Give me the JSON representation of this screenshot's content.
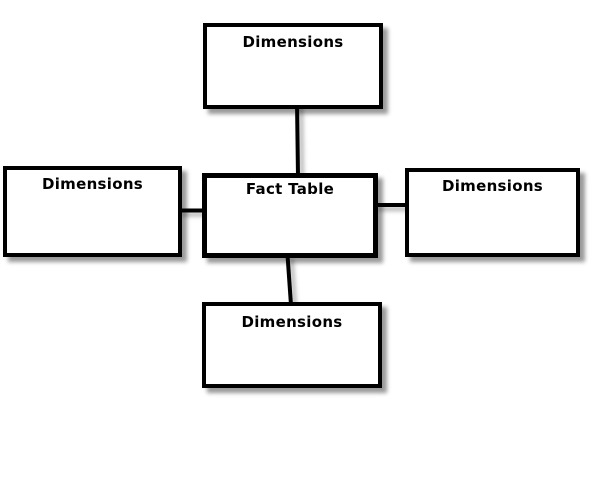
{
  "diagram": {
    "type": "star-schema",
    "colors": {
      "background": "#ffffff",
      "node_fill": "#ffffff",
      "node_border": "#000000",
      "text": "#000000",
      "connector": "#000000"
    },
    "nodes": {
      "top": {
        "label": "Dimensions"
      },
      "left": {
        "label": "Dimensions"
      },
      "center": {
        "label": "Fact Table"
      },
      "right": {
        "label": "Dimensions"
      },
      "bottom": {
        "label": "Dimensions"
      }
    },
    "connections": [
      {
        "from": "top",
        "to": "center"
      },
      {
        "from": "left",
        "to": "center"
      },
      {
        "from": "center",
        "to": "right"
      },
      {
        "from": "center",
        "to": "bottom"
      }
    ]
  }
}
